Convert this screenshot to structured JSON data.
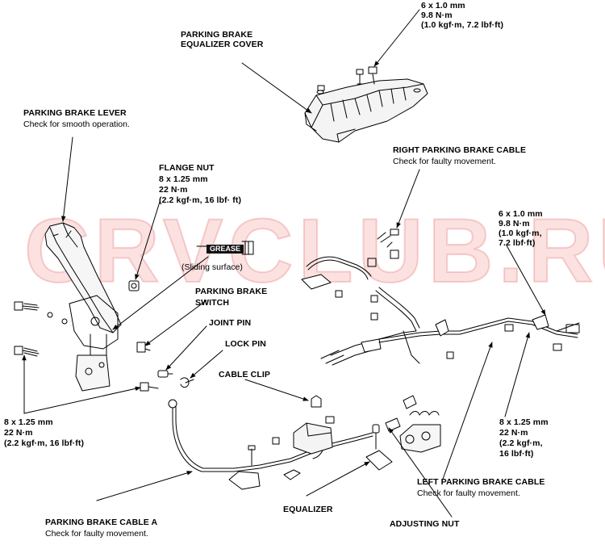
{
  "watermark": "CRVCLUB.RU",
  "labels": {
    "bolt_top": {
      "size": "6 x 1.0 mm",
      "torque": "9.8 N·m",
      "torque_alt": "(1.0 kgf·m, 7.2 lbf·ft)"
    },
    "equalizer_cover": {
      "line1": "PARKING BRAKE",
      "line2": "EQUALIZER COVER"
    },
    "brake_lever": {
      "title": "PARKING BRAKE LEVER",
      "note": "Check for smooth operation."
    },
    "right_cable": {
      "title": "RIGHT PARKING BRAKE CABLE",
      "note": "Check for faulty movement."
    },
    "flange_nut": {
      "title": "FLANGE NUT",
      "size": "8 x 1.25 mm",
      "torque": "22 N·m",
      "torque_alt": "(2.2 kgf·m, 16 lbf· ft)"
    },
    "grease": {
      "tag": "GREASE",
      "note": "(Sliding surface)"
    },
    "bolt_right": {
      "size": "6 x 1.0 mm",
      "torque": "9.8 N·m",
      "torque_alt1": "(1.0 kgf·m,",
      "torque_alt2": "7.2 lbf·ft)"
    },
    "brake_switch": {
      "line1": "PARKING BRAKE",
      "line2": "SWITCH"
    },
    "joint_pin": "JOINT PIN",
    "lock_pin": "LOCK PIN",
    "cable_clip": "CABLE CLIP",
    "bolt_left": {
      "size": "8 x 1.25 mm",
      "torque": "22 N·m",
      "torque_alt": "(2.2 kgf·m, 16 lbf·ft)"
    },
    "bolt_right_lower": {
      "size": "8 x 1.25 mm",
      "torque": "22 N·m",
      "torque_alt1": "(2.2 kgf·m,",
      "torque_alt2": "16 lbf·ft)"
    },
    "left_cable": {
      "title": "LEFT PARKING BRAKE CABLE",
      "note": "Check for faulty movement."
    },
    "equalizer": "EQUALIZER",
    "cable_a": {
      "title": "PARKING BRAKE CABLE A",
      "note": "Check for faulty movement."
    },
    "adjusting_nut": "ADJUSTING NUT"
  }
}
